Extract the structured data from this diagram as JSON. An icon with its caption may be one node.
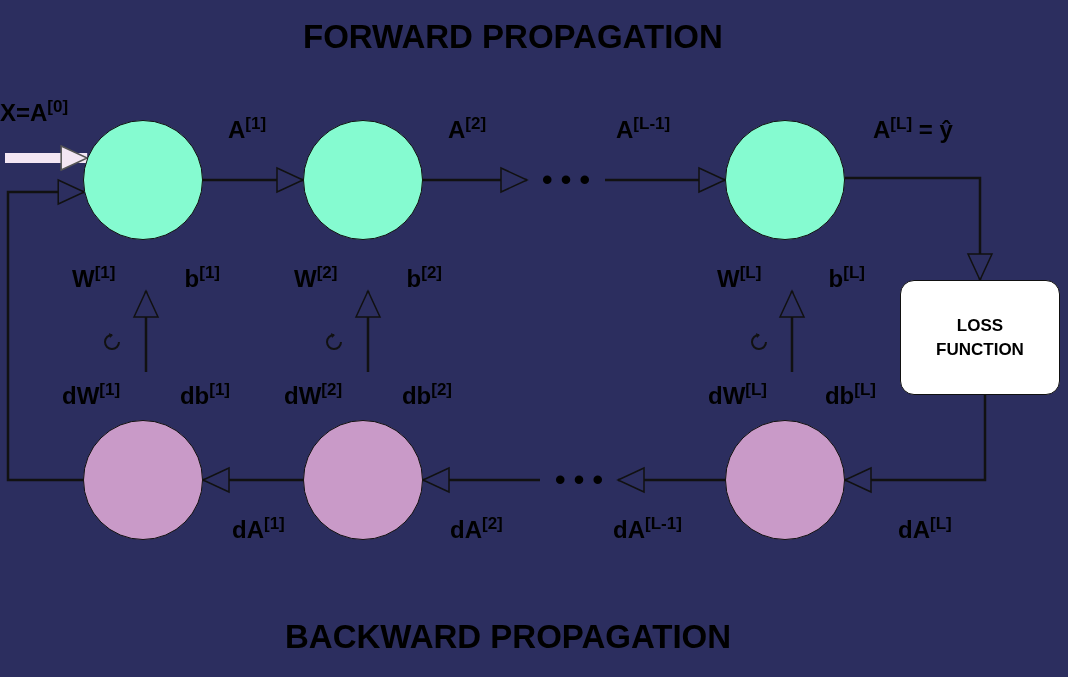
{
  "diagram": {
    "title": "FORWARD PROPAGATION",
    "caption": "BACKWARD PROPAGATION",
    "nodes": [
      {
        "text": [],
        "shape": "circle"
      },
      {
        "text": [],
        "shape": "circle"
      },
      {
        "text": [
          "• • •"
        ]
      },
      {
        "text": [],
        "shape": "circle"
      },
      {
        "text": [
          "W$^{[1]}$",
          "b$^{[1]}$"
        ]
      },
      {
        "text": [
          "W$^{[2]}$",
          "b$^{[2]}$"
        ]
      },
      {
        "text": [
          "W$^{[L]}$",
          "b$^{[L]}$"
        ]
      },
      {
        "text": [
          "LOSS FUNCTION"
        ]
      },
      {
        "text": [
          "dW$^{[1]}$",
          "db$^{[1]}$"
        ]
      },
      {
        "text": [
          "dW$^{[2]}$",
          "db$^{[2]}$"
        ]
      },
      {
        "text": [
          "dW$^{[L]}$",
          "db$^{[L]}$"
        ]
      },
      {
        "text": [],
        "shape": "circle"
      },
      {
        "text": [],
        "shape": "circle"
      },
      {
        "text": [
          "• • •"
        ]
      },
      {
        "text": [],
        "shape": "circle"
      }
    ],
    "edges": [
      {
        "from": null,
        "to": 0,
        "arrow": "to",
        "label": "X=A$^{[0]}$",
        "style": "thick",
        "color": "#f3e6f3"
      },
      {
        "from": 0,
        "to": 1,
        "arrow": "to",
        "label": "A$^{[1]}$"
      },
      {
        "from": 1,
        "to": 2,
        "arrow": "to",
        "label": "A$^{[2]}$"
      },
      {
        "from": 2,
        "to": 3,
        "arrow": "to",
        "label": "A$^{[L-1]}$"
      },
      {
        "from": 3,
        "to": 7,
        "arrow": "to",
        "label": "A$^{[L]}$ = ŷ"
      },
      {
        "from": 7,
        "to": 14,
        "arrow": "to",
        "label": "dA$^{[L]}$"
      },
      {
        "from": 14,
        "to": 13,
        "arrow": "to",
        "label": "dA$^{[L-1]}$"
      },
      {
        "from": 13,
        "to": 12,
        "arrow": "to",
        "label": "dA$^{[2]}$"
      },
      {
        "from": 12,
        "to": 11,
        "arrow": "to",
        "label": "dA$^{[1]}$"
      },
      {
        "from": 11,
        "to": 0,
        "arrow": "to"
      },
      {
        "from": 8,
        "to": 4,
        "arrow": "to"
      },
      {
        "from": 9,
        "to": 5,
        "arrow": "to"
      },
      {
        "from": 10,
        "to": 6,
        "arrow": "to"
      }
    ]
  }
}
